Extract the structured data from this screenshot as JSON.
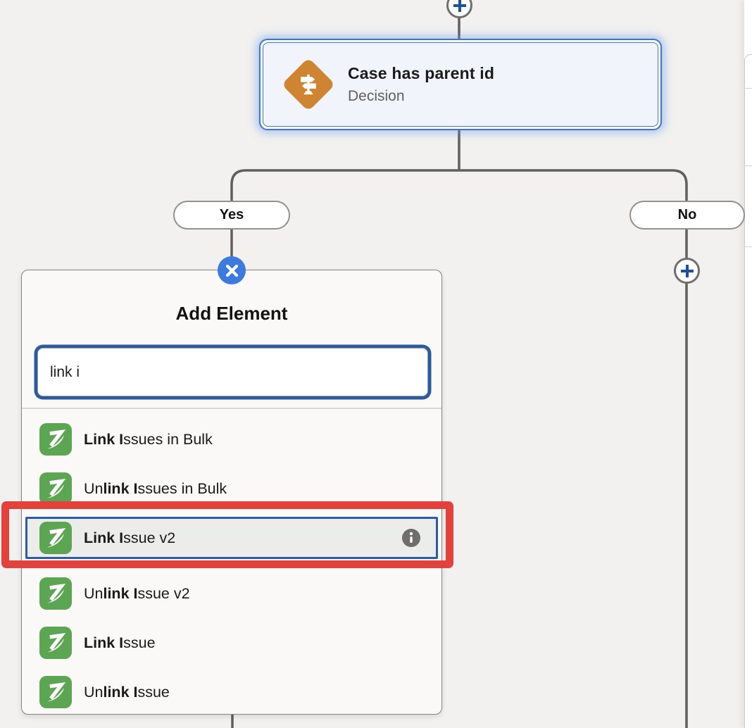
{
  "flow": {
    "decision_node": {
      "title": "Case has parent id",
      "subtitle": "Decision"
    },
    "branches": {
      "yes_label": "Yes",
      "no_label": "No"
    }
  },
  "popup": {
    "title": "Add Element",
    "search": {
      "value": "link i"
    },
    "results": [
      {
        "label": "Link Issues in Bulk",
        "segments": [
          {
            "text": "Link I",
            "bold": true
          },
          {
            "text": "ssues in Bulk",
            "bold": false
          }
        ],
        "selected": false,
        "has_info": false
      },
      {
        "label": "Unlink Issues in Bulk",
        "segments": [
          {
            "text": "Un",
            "bold": false
          },
          {
            "text": "link I",
            "bold": true
          },
          {
            "text": "ssues in Bulk",
            "bold": false
          }
        ],
        "selected": false,
        "has_info": false
      },
      {
        "label": "Link Issue v2",
        "segments": [
          {
            "text": "Link I",
            "bold": true
          },
          {
            "text": "ssue v2",
            "bold": false
          }
        ],
        "selected": true,
        "has_info": true
      },
      {
        "label": "Unlink Issue v2",
        "segments": [
          {
            "text": "Un",
            "bold": false
          },
          {
            "text": "link I",
            "bold": true
          },
          {
            "text": "ssue v2",
            "bold": false
          }
        ],
        "selected": false,
        "has_info": false
      },
      {
        "label": "Link Issue",
        "segments": [
          {
            "text": "Link I",
            "bold": true
          },
          {
            "text": "ssue",
            "bold": false
          }
        ],
        "selected": false,
        "has_info": false
      },
      {
        "label": "Unlink Issue",
        "segments": [
          {
            "text": "Un",
            "bold": false
          },
          {
            "text": "link I",
            "bold": true
          },
          {
            "text": "ssue",
            "bold": false
          }
        ],
        "selected": false,
        "has_info": false
      }
    ]
  },
  "icons": {
    "decision": "signpost-diamond-icon",
    "action": "zagile-z-icon",
    "close": "x-circle-icon",
    "add": "plus-circle-icon",
    "info": "info-circle-icon"
  },
  "colors": {
    "node_accent_blue": "#3b76cb",
    "decision_orange": "#ce8431",
    "action_green": "#5ca552",
    "focus_blue": "#2a5a9f",
    "close_button_blue": "#3d7add",
    "annotation_red": "#e2423b",
    "connector_gray": "#5f5f5f"
  }
}
